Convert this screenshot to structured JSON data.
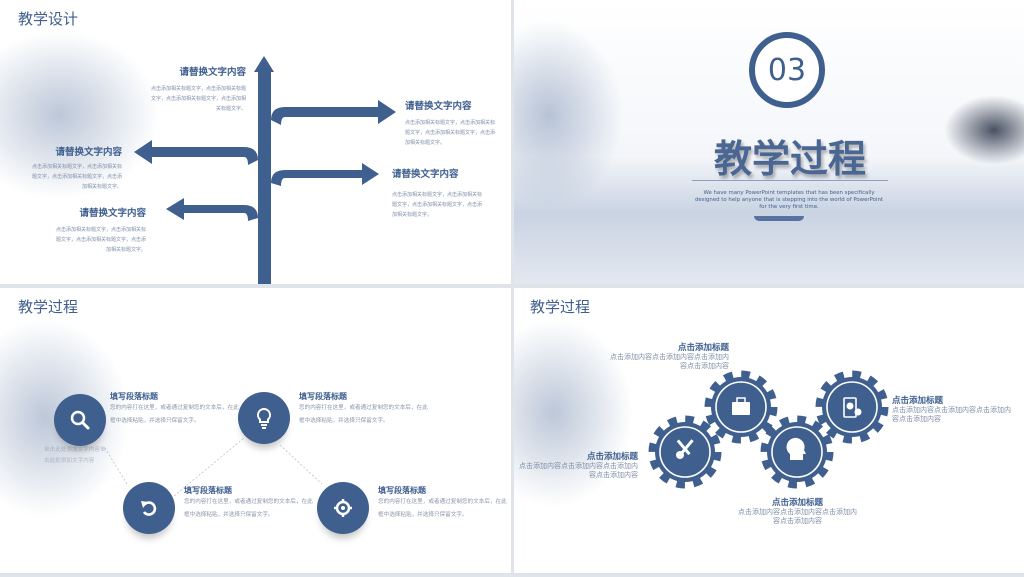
{
  "colors": {
    "accent": "#3f5f8f",
    "background": "#ffffff"
  },
  "slide1": {
    "header": "教学设计",
    "items": [
      {
        "title": "请替换文字内容",
        "body": "点击添加相关标题文字，点击添加相关标题文字，点击添加相关标题文字，点击添加相关标题文字。"
      },
      {
        "title": "请替换文字内容",
        "body": "点击添加相关标题文字，点击添加相关标题文字，点击添加相关标题文字，点击添加相关标题文字。"
      },
      {
        "title": "请替换文字内容",
        "body": "点击添加相关标题文字，点击添加相关标题文字，点击添加相关标题文字，点击添加相关标题文字。"
      },
      {
        "title": "请替换文字内容",
        "body": "点击添加相关标题文字，点击添加相关标题文字，点击添加相关标题文字，点击添加相关标题文字。"
      },
      {
        "title": "请替换文字内容",
        "body": "点击添加相关标题文字，点击添加相关标题文字，点击添加相关标题文字，点击添加相关标题文字。"
      }
    ]
  },
  "slide2": {
    "number": "03",
    "title": "教学过程",
    "subtitle": "We have many PowerPoint templates that has been specifically designed to help anyone that is stepping into the world of PowerPoint for the very first time."
  },
  "slide3": {
    "header": "教学过程",
    "faded": "单击此处添加文字内容单击此处添加文字内容",
    "items": [
      {
        "icon": "search-icon",
        "title": "填写段落标题",
        "body": "您的内容打在这里，或者通过复制您的文本后，在此框中选择粘贴，并选择只保留文字。"
      },
      {
        "icon": "lightbulb-icon",
        "title": "填写段落标题",
        "body": "您的内容打在这里，或者通过复制您的文本后，在此框中选择粘贴，并选择只保留文字。"
      },
      {
        "icon": "undo-icon",
        "title": "填写段落标题",
        "body": "您的内容打在这里，或者通过复制您的文本后，在此框中选择粘贴，并选择只保留文字。"
      },
      {
        "icon": "target-icon",
        "title": "填写段落标题",
        "body": "您的内容打在这里，或者通过复制您的文本后，在此框中选择粘贴，并选择只保留文字。"
      }
    ]
  },
  "slide4": {
    "header": "教学过程",
    "items": [
      {
        "icon": "briefcase-icon",
        "title": "点击添加标题",
        "body": "点击添加内容点击添加内容点击添加内容点击添加内容"
      },
      {
        "icon": "mobile-money-icon",
        "title": "点击添加标题",
        "body": "点击添加内容点击添加内容点击添加内容点击添加内容"
      },
      {
        "icon": "tools-icon",
        "title": "点击添加标题",
        "body": "点击添加内容点击添加内容点击添加内容点击添加内容"
      },
      {
        "icon": "head-gears-icon",
        "title": "点击添加标题",
        "body": "点击添加内容点击添加内容点击添加内容点击添加内容"
      }
    ]
  }
}
